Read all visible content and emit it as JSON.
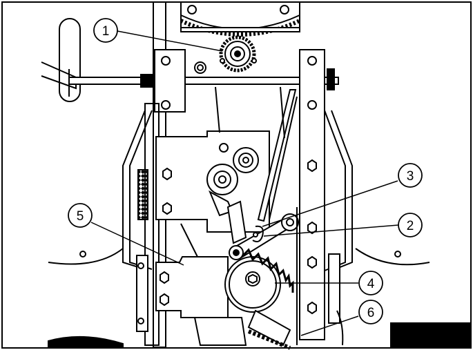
{
  "diagram": {
    "callouts": [
      {
        "id": "1",
        "text": "1"
      },
      {
        "id": "2",
        "text": "2"
      },
      {
        "id": "3",
        "text": "3"
      },
      {
        "id": "4",
        "text": "4"
      },
      {
        "id": "5",
        "text": "5"
      },
      {
        "id": "6",
        "text": "6"
      }
    ],
    "colors": {
      "line": "#000000",
      "fill_dark": "#000000",
      "fill_light": "#ffffff",
      "fill_grey": "#e8e8e8"
    }
  }
}
